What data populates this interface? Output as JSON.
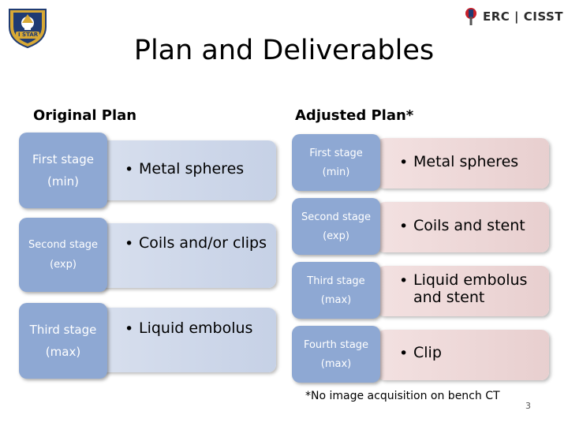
{
  "header": {
    "title": "Plan and Deliverables",
    "left_logo": {
      "text": "I STAR",
      "icon": "shield-logo-icon"
    },
    "right_logo": {
      "text": "ERC | CISST",
      "icon": "erc-logo-icon"
    }
  },
  "original_plan": {
    "heading": "Original Plan",
    "rows": [
      {
        "stage": "First stage",
        "detail": "(min)",
        "item": "Metal spheres"
      },
      {
        "stage": "Second stage",
        "detail": "(exp)",
        "item": "Coils and/or clips"
      },
      {
        "stage": "Third stage",
        "detail": "(max)",
        "item": "Liquid embolus"
      }
    ]
  },
  "adjusted_plan": {
    "heading": "Adjusted Plan*",
    "rows": [
      {
        "stage": "First stage",
        "detail": "(min)",
        "item": "Metal spheres"
      },
      {
        "stage": "Second stage",
        "detail": "(exp)",
        "item": "Coils and stent"
      },
      {
        "stage": "Third stage",
        "detail": "(max)",
        "item": "Liquid embolus and stent"
      },
      {
        "stage": "Fourth stage",
        "detail": "(max)",
        "item": "Clip"
      }
    ]
  },
  "bullet": "•",
  "footnote": "*No image acquisition on bench CT",
  "page_number": "3",
  "colors": {
    "stage_box": "#8ea8d3",
    "left_bar": "#c6d1e6",
    "right_bar": "#e8cfcf",
    "logo_gold": "#d8a935",
    "logo_navy": "#1f3b73",
    "logo_red": "#c8202a"
  }
}
